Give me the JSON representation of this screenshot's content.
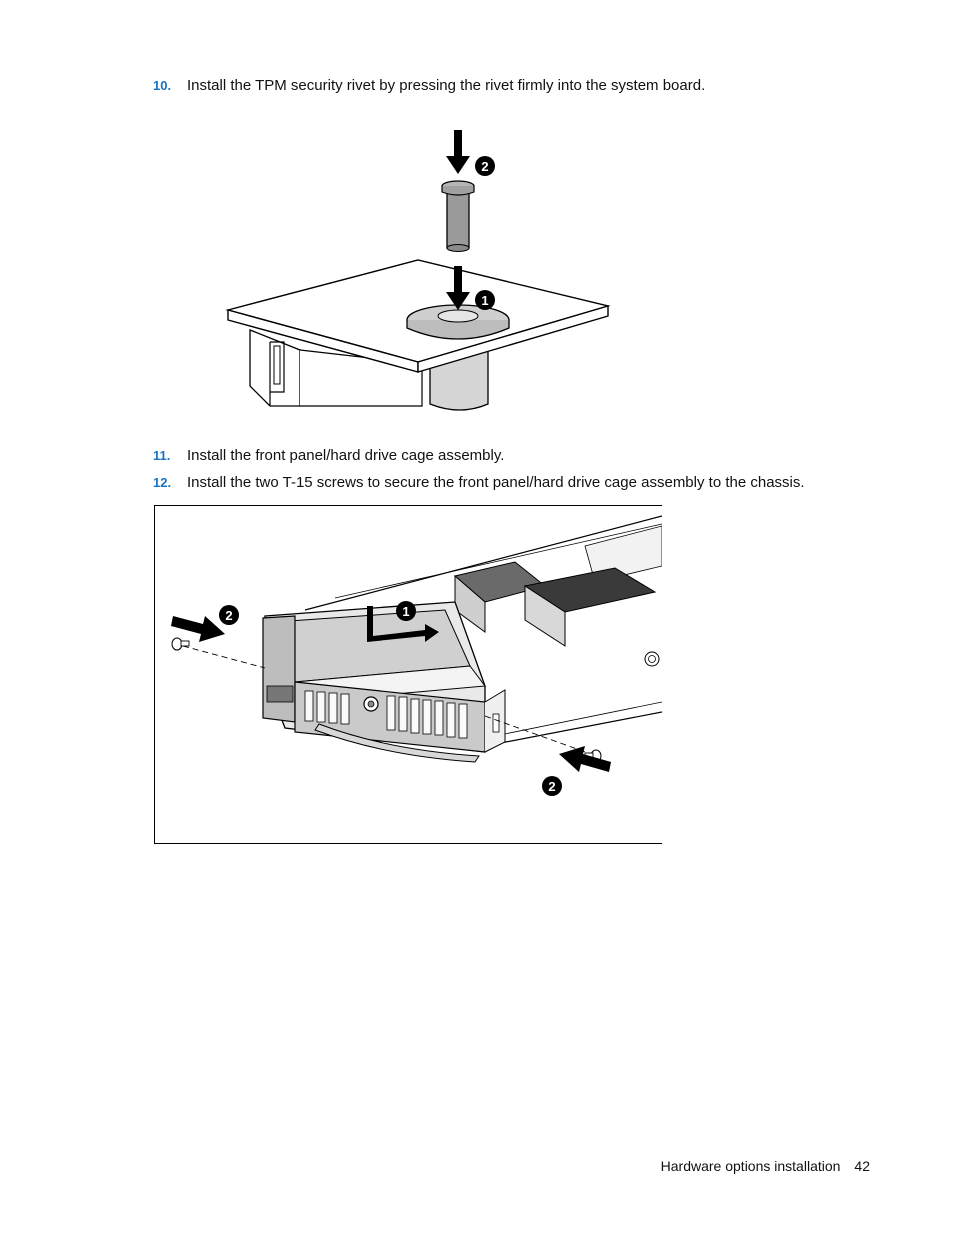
{
  "steps": [
    {
      "number": "10.",
      "text": "Install the TPM security rivet by pressing the rivet firmly into the system board."
    },
    {
      "number": "11.",
      "text": "Install the front panel/hard drive cage assembly."
    },
    {
      "number": "12.",
      "text": "Install the two T-15 screws to secure the front panel/hard drive cage assembly to the chassis."
    }
  ],
  "figure1": {
    "callouts": [
      "2",
      "1"
    ]
  },
  "figure2": {
    "callouts": [
      "2",
      "1",
      "2"
    ]
  },
  "footer": {
    "section": "Hardware options installation",
    "page": "42"
  },
  "colors": {
    "step_number": "#1a73c8",
    "text": "#111111"
  }
}
